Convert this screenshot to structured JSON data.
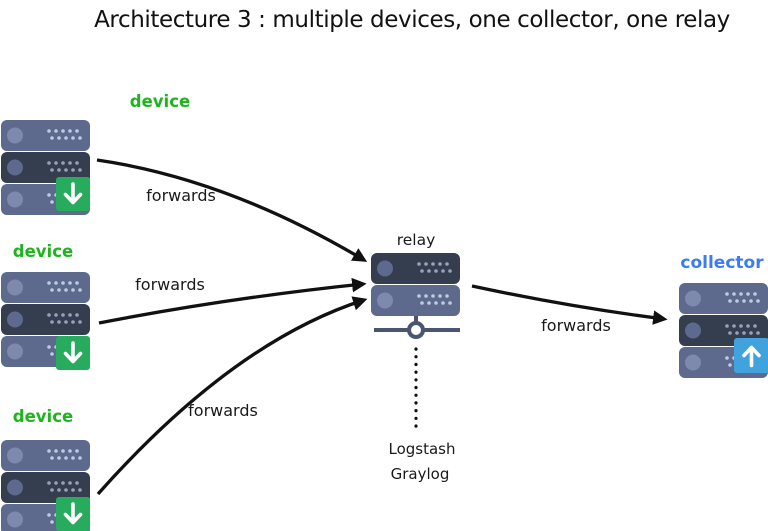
{
  "title": "Architecture 3 : multiple devices, one collector, one relay",
  "nodes": {
    "devices": [
      {
        "label": "device",
        "badge_icon": "download-arrow"
      },
      {
        "label": "device",
        "badge_icon": "download-arrow"
      },
      {
        "label": "device",
        "badge_icon": "download-arrow"
      }
    ],
    "relay": {
      "label": "relay",
      "attachment_icon": "network-node"
    },
    "collector": {
      "label": "collector",
      "badge_icon": "upload-arrow"
    },
    "backend": {
      "line1": "Logstash",
      "line2": "Graylog"
    }
  },
  "edges": {
    "device1_to_relay": {
      "label": "forwards"
    },
    "device2_to_relay": {
      "label": "forwards"
    },
    "device3_to_relay": {
      "label": "forwards"
    },
    "relay_to_collector": {
      "label": "forwards"
    }
  },
  "colors": {
    "device_label": "#1eb41e",
    "collector_label": "#3d7bf0",
    "relay_label": "#1a1a1a",
    "arrow": "#111111",
    "server_bar_light": "#5d6a8e",
    "server_bar_dark": "#353e4e",
    "server_circle_light": "#7d89ad",
    "download_badge": "#27ab5c",
    "upload_badge": "#41a3dd",
    "network_line": "#4a5570"
  }
}
